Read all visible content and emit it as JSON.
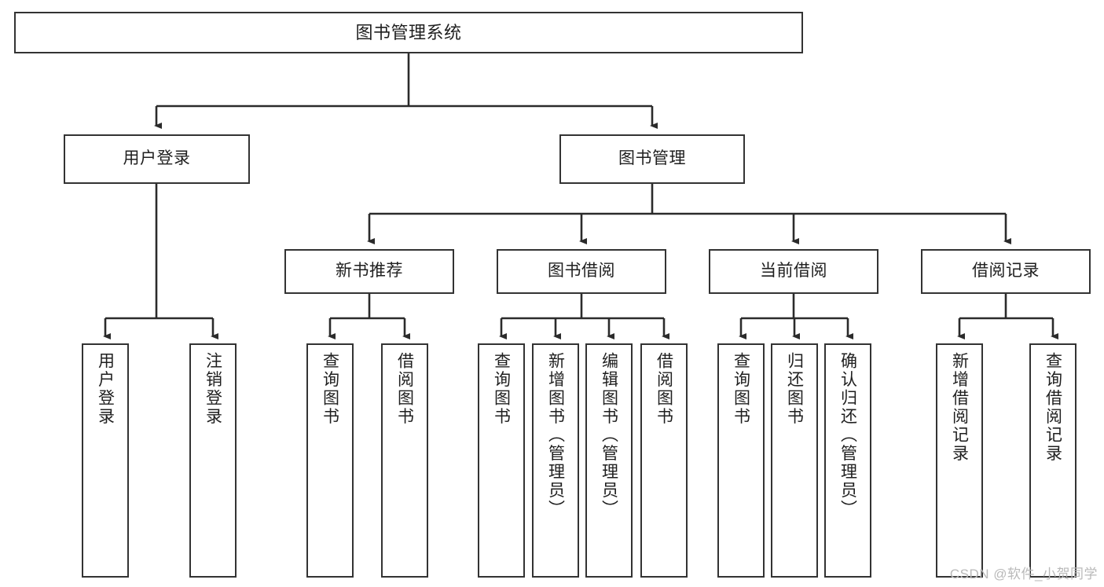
{
  "diagram": {
    "title": "图书管理系统",
    "type": "hierarchy-tree",
    "watermark": "CSDN @软件_小贺同学",
    "colors": {
      "box_border": "#333333",
      "box_fill": "#ffffff",
      "edge": "#2b2b2b",
      "text": "#1f1f1f",
      "watermark": "#b9b9b9",
      "background": "#ffffff"
    },
    "root": {
      "label": "图书管理系统"
    },
    "level1": [
      {
        "label": "用户登录"
      },
      {
        "label": "图书管理"
      }
    ],
    "level2": [
      {
        "label": "新书推荐"
      },
      {
        "label": "图书借阅"
      },
      {
        "label": "当前借阅"
      },
      {
        "label": "借阅记录"
      }
    ],
    "leaves": {
      "user_login": [
        {
          "label": "用户登录"
        },
        {
          "label": "注销登录"
        }
      ],
      "new_book_recommend": [
        {
          "label": "查询图书"
        },
        {
          "label": "借阅图书"
        }
      ],
      "book_borrow": [
        {
          "label": "查询图书"
        },
        {
          "label": "新增图书（管理员）"
        },
        {
          "label": "编辑图书（管理员）"
        },
        {
          "label": "借阅图书"
        }
      ],
      "current_borrow": [
        {
          "label": "查询图书"
        },
        {
          "label": "归还图书"
        },
        {
          "label": "确认归还（管理员）"
        }
      ],
      "borrow_record": [
        {
          "label": "新增借阅记录"
        },
        {
          "label": "查询借阅记录"
        }
      ]
    }
  }
}
